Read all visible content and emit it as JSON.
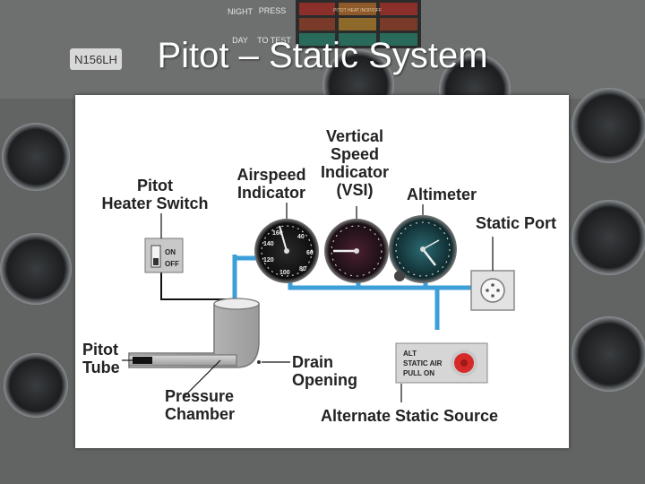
{
  "slide": {
    "title": "Pitot – Static System",
    "background_text": {
      "registration": "N156LH",
      "night": "NIGHT",
      "day": "DAY",
      "press": "PRESS",
      "to_test": "TO TEST",
      "annunciator": "PITOT HEAT INOP/OFF"
    }
  },
  "diagram": {
    "labels": {
      "vsi_line1": "Vertical",
      "vsi_line2": "Speed",
      "vsi_line3": "Indicator",
      "vsi_line4": "(VSI)",
      "airspeed_line1": "Airspeed",
      "airspeed_line2": "Indicator",
      "altimeter": "Altimeter",
      "pitot_heater_line1": "Pitot",
      "pitot_heater_line2": "Heater Switch",
      "static_port": "Static Port",
      "pitot_tube_line1": "Pitot",
      "pitot_tube_line2": "Tube",
      "pressure_chamber_line1": "Pressure",
      "pressure_chamber_line2": "Chamber",
      "drain_line1": "Drain",
      "drain_line2": "Opening",
      "alternate_static": "Alternate Static Source"
    },
    "switch": {
      "on": "ON",
      "off": "OFF"
    },
    "alt_static_placard": {
      "line1": "ALT",
      "line2": "STATIC AIR",
      "line3": "PULL ON"
    },
    "airspeed_dial_numbers": [
      "40",
      "60",
      "80",
      "100",
      "120",
      "140",
      "160"
    ],
    "colors": {
      "tube_blue": "#3d9fd9",
      "knob_red": "#d62a2a",
      "panel_bg": "#ffffff"
    }
  }
}
